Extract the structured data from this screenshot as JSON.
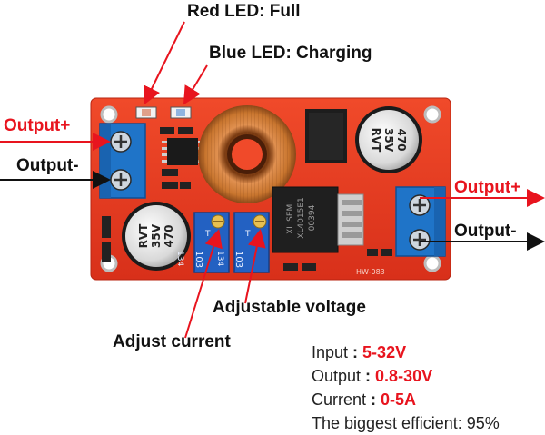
{
  "callouts": {
    "red_led": "Red LED: Full",
    "blue_led": "Blue LED: Charging",
    "output_plus_left": "Output+",
    "output_minus_left": "Output-",
    "output_plus_right": "Output+",
    "output_minus_right": "Output-",
    "adjustable_voltage": "Adjustable voltage",
    "adjust_current": "Adjust current"
  },
  "specs": {
    "input_label": "Input",
    "input_value": "5-32V",
    "output_label": "Output",
    "output_value": "0.8-30V",
    "current_label": "Current",
    "current_value": "0-5A",
    "efficiency": "The biggest efficient: 95%"
  },
  "board_markings": {
    "cap_value": "470",
    "cap_voltage": "35V",
    "cap_brand": "RVT",
    "ic_line1": "XL SEMI",
    "ic_line2": "XL4015E1",
    "ic_line3": "00394",
    "pot_code": "103",
    "pot_side": "134",
    "pot_letter": "T",
    "model": "HW-083"
  },
  "colors": {
    "pcb": "#e8341e",
    "terminal": "#1f74c8",
    "arrow_red": "#e8141e",
    "arrow_black": "#111111",
    "copper": "#c8752e"
  }
}
